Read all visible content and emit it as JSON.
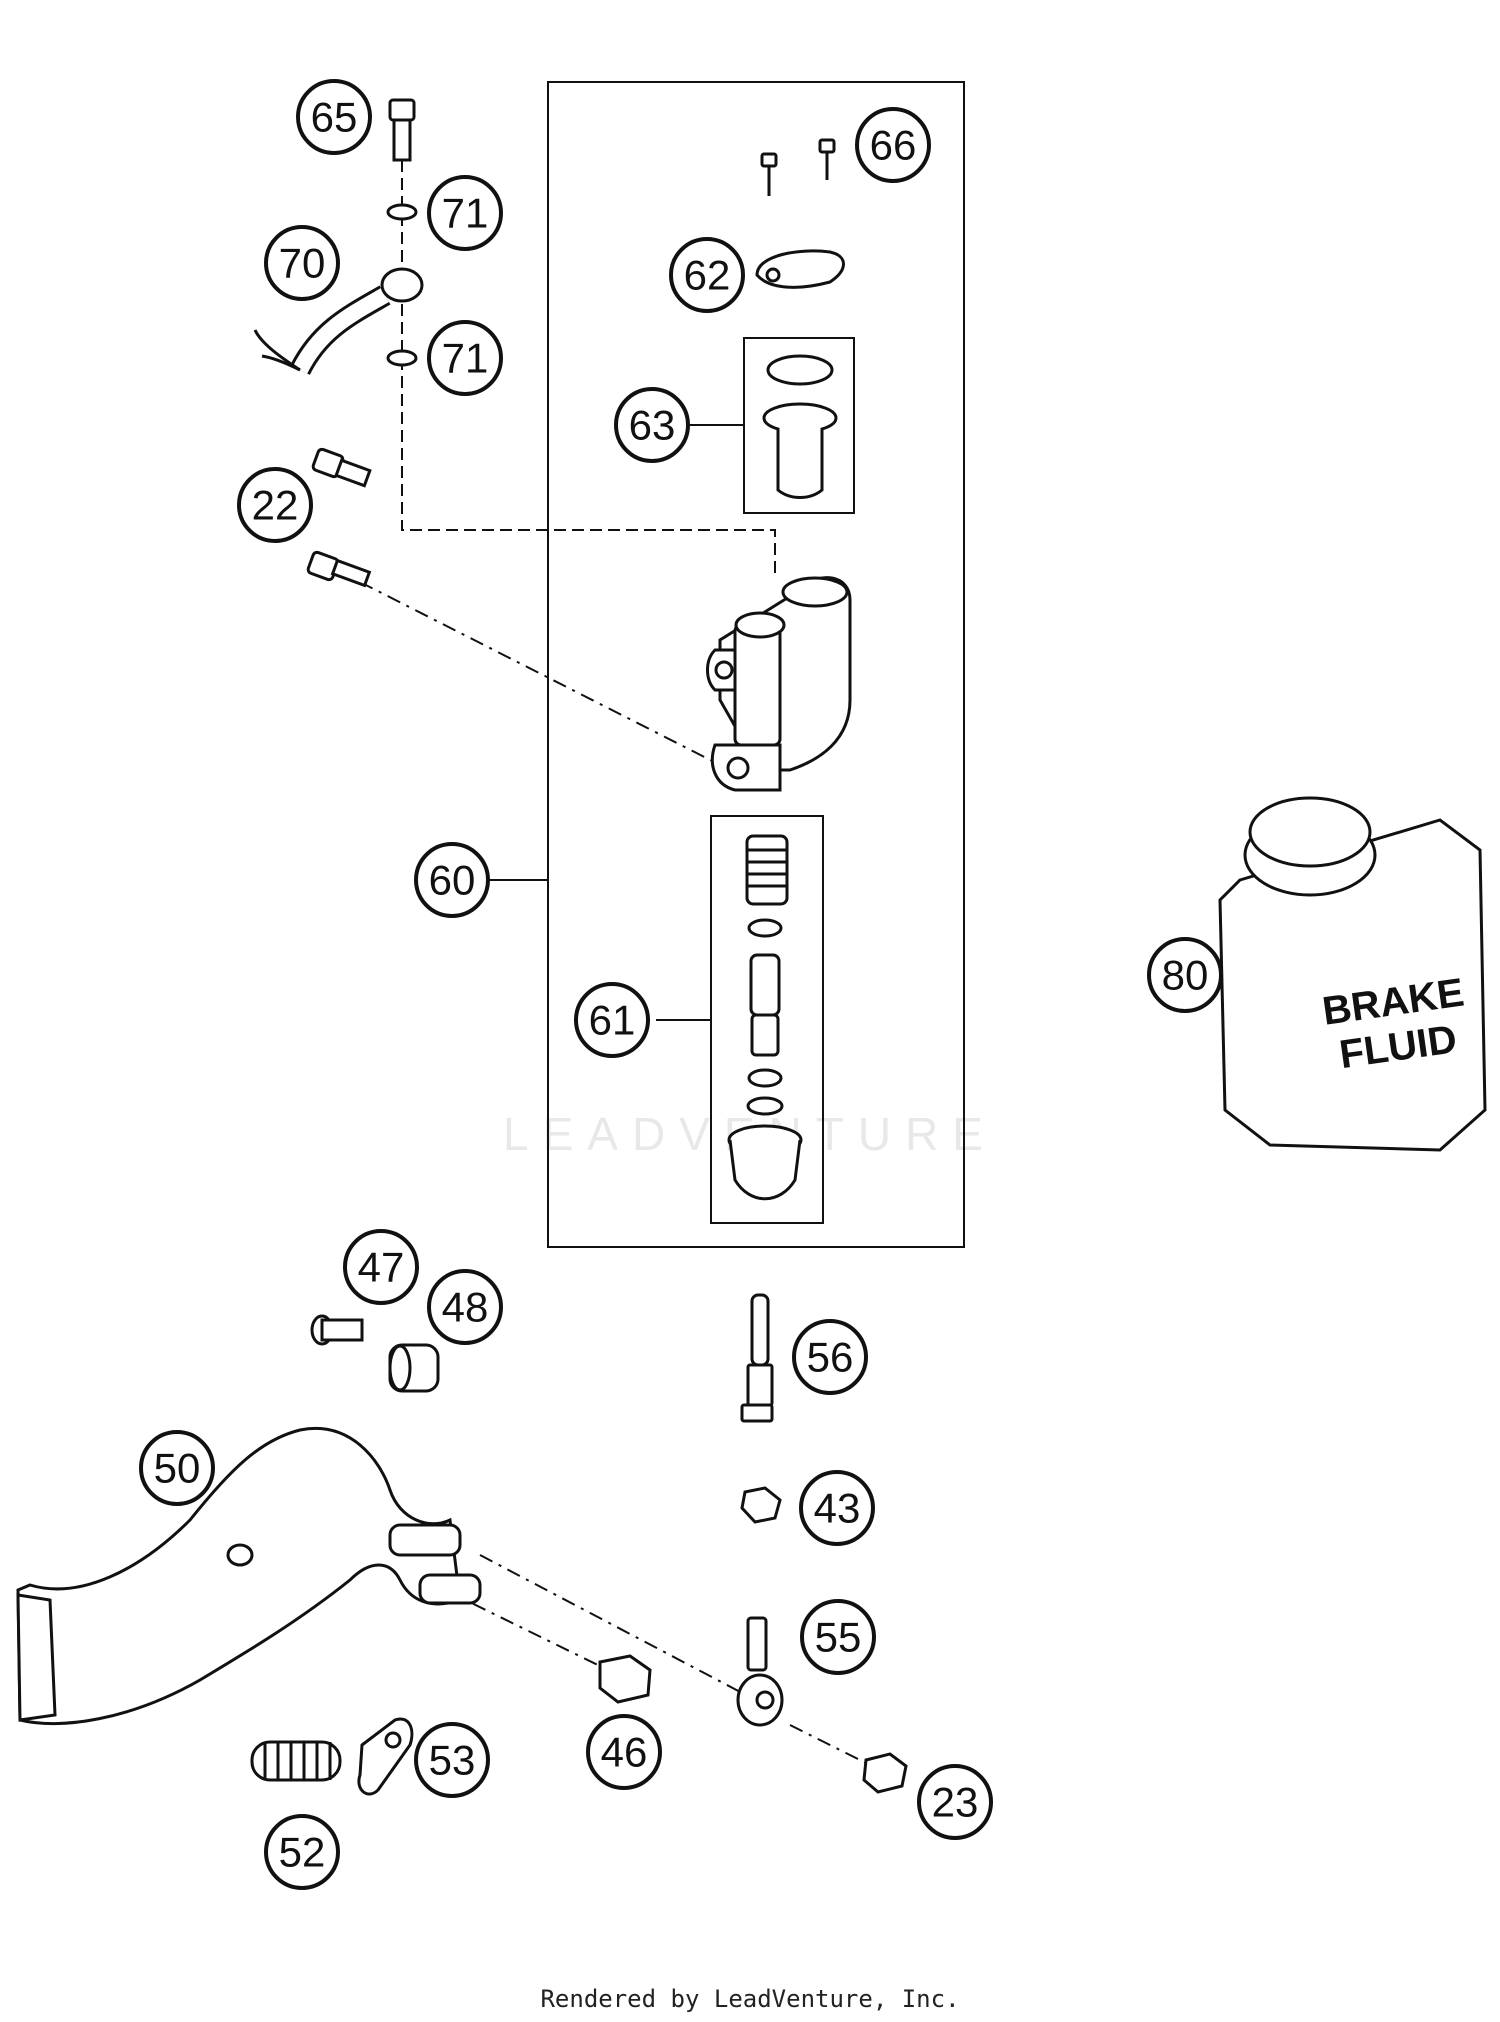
{
  "diagram": {
    "watermark": "LEADVENTURE",
    "footer": "Rendered by LeadVenture, Inc.",
    "brake_fluid_label_line1": "BRAKE",
    "brake_fluid_label_line2": "FLUID",
    "callouts": [
      {
        "id": "65",
        "label": "65"
      },
      {
        "id": "71a",
        "label": "71"
      },
      {
        "id": "70",
        "label": "70"
      },
      {
        "id": "71b",
        "label": "71"
      },
      {
        "id": "22",
        "label": "22"
      },
      {
        "id": "66",
        "label": "66"
      },
      {
        "id": "62",
        "label": "62"
      },
      {
        "id": "63",
        "label": "63"
      },
      {
        "id": "60",
        "label": "60"
      },
      {
        "id": "61",
        "label": "61"
      },
      {
        "id": "80",
        "label": "80"
      },
      {
        "id": "47",
        "label": "47"
      },
      {
        "id": "48",
        "label": "48"
      },
      {
        "id": "56",
        "label": "56"
      },
      {
        "id": "50",
        "label": "50"
      },
      {
        "id": "43",
        "label": "43"
      },
      {
        "id": "55",
        "label": "55"
      },
      {
        "id": "46",
        "label": "46"
      },
      {
        "id": "53",
        "label": "53"
      },
      {
        "id": "23",
        "label": "23"
      },
      {
        "id": "52",
        "label": "52"
      }
    ]
  }
}
